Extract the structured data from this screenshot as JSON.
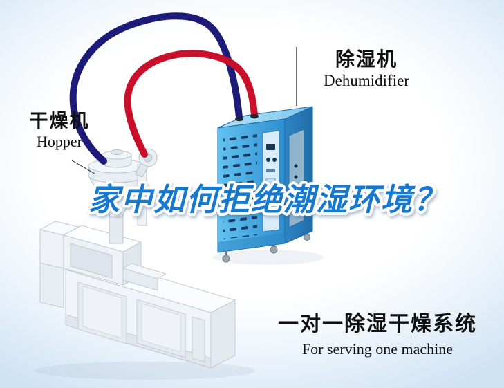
{
  "scene": {
    "hopper_label": {
      "cn": "干燥机",
      "en": "Hopper"
    },
    "dehumidifier_label": {
      "cn": "除湿机",
      "en": "Dehumidifier"
    },
    "headline": {
      "text": "家中如何拒绝潮湿环境？",
      "color": "#1879cf"
    },
    "footer": {
      "cn": "一对一除湿干燥系统",
      "en": "For serving one machine"
    },
    "colors": {
      "dehumidifier_body": "#45aae4",
      "red_hose": "#c9102b",
      "blue_hose": "#1c1c78",
      "background_edge": "#cfe3f5"
    }
  }
}
